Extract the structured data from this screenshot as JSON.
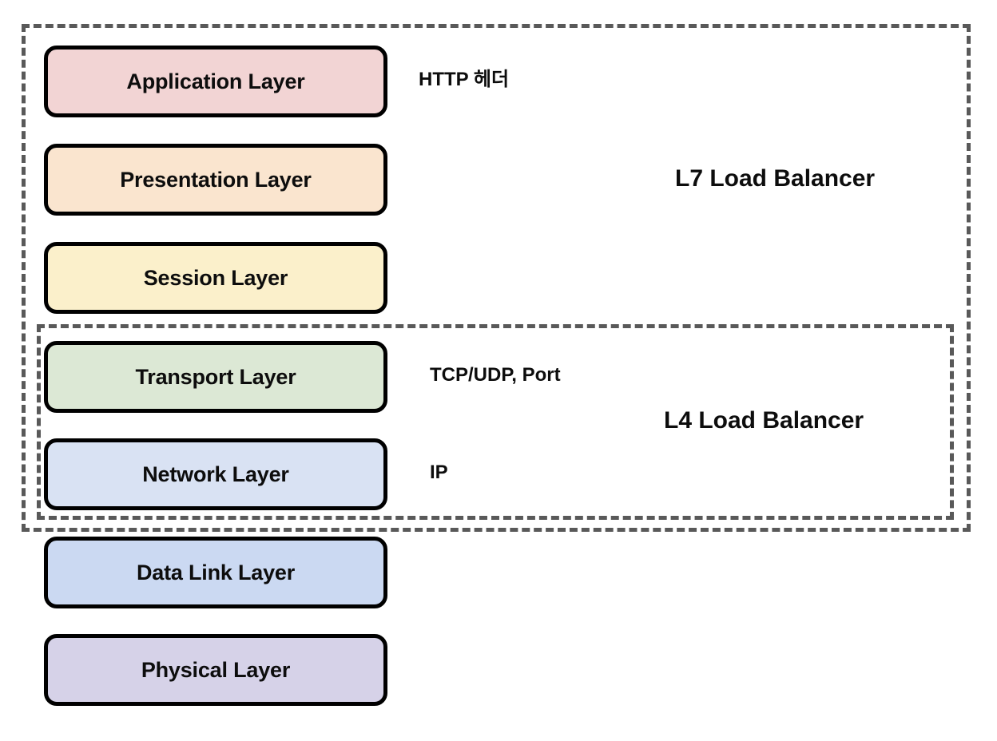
{
  "diagram": {
    "title": "OSI Layer Load Balancer Scope Diagram",
    "background_color": "#FFFFFF",
    "outline_color": "#000000",
    "dash_color": "#595959"
  },
  "layers": [
    {
      "id": "application",
      "label": "Application Layer",
      "color": "#F2D4D4"
    },
    {
      "id": "presentation",
      "label": "Presentation Layer",
      "color": "#FAE5CF"
    },
    {
      "id": "session",
      "label": "Session Layer",
      "color": "#FBF0CB"
    },
    {
      "id": "transport",
      "label": "Transport Layer",
      "color": "#DCE8D5"
    },
    {
      "id": "network",
      "label": "Network Layer",
      "color": "#D9E2F3"
    },
    {
      "id": "datalink",
      "label": "Data Link Layer",
      "color": "#CBD9F2"
    },
    {
      "id": "physical",
      "label": "Physical Layer",
      "color": "#D6D2E8"
    }
  ],
  "annotations": {
    "http": "HTTP 헤더",
    "tcp_udp_port": "TCP/UDP, Port",
    "ip": "IP"
  },
  "scopes": {
    "l7": {
      "title": "L7 Load Balancer",
      "covers": [
        "Application Layer",
        "Presentation Layer",
        "Session Layer",
        "Transport Layer",
        "Network Layer"
      ]
    },
    "l4": {
      "title": "L4 Load Balancer",
      "covers": [
        "Transport Layer",
        "Network Layer"
      ]
    }
  }
}
